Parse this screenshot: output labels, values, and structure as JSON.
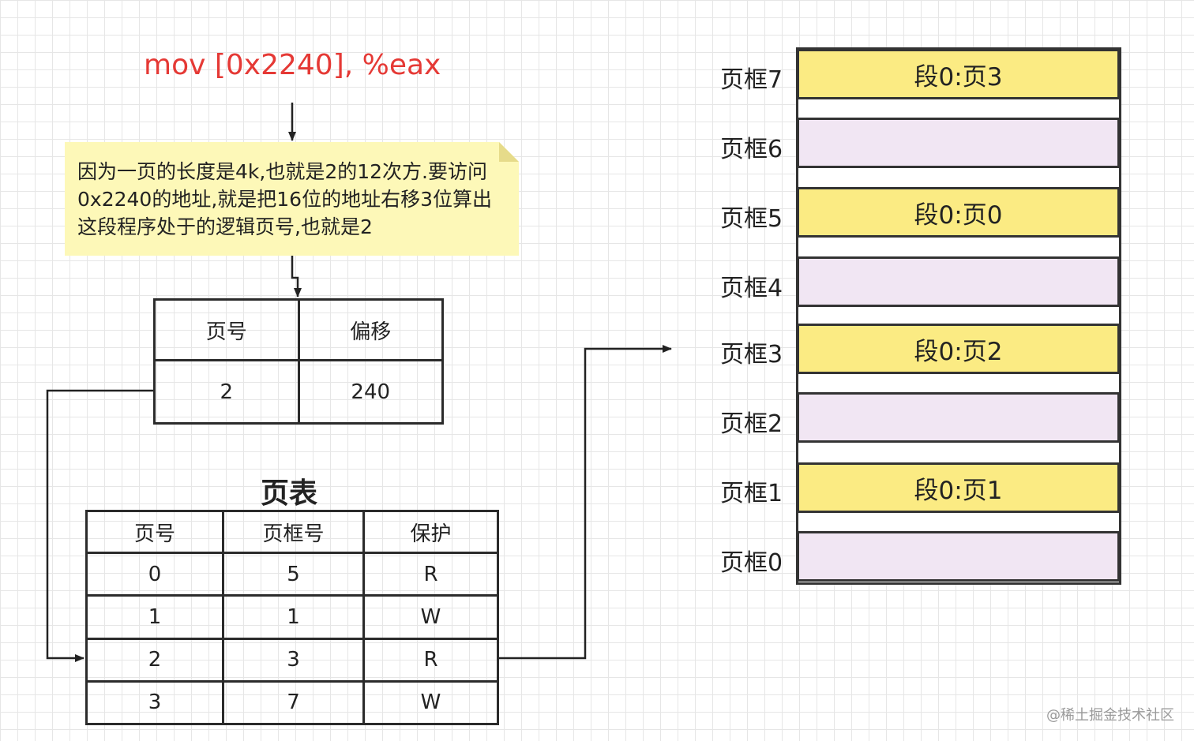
{
  "instruction": "mov [0x2240], %eax",
  "note": "因为一页的长度是4k,也就是2的12次方.要访问0x2240的地址,就是把16位的地址右移3位算出这段程序处于的逻辑页号,也就是2",
  "address_split": {
    "headers": [
      "页号",
      "偏移"
    ],
    "values": [
      "2",
      "240"
    ]
  },
  "page_table": {
    "title": "页表",
    "headers": [
      "页号",
      "页框号",
      "保护"
    ],
    "rows": [
      [
        "0",
        "5",
        "R"
      ],
      [
        "1",
        "1",
        "W"
      ],
      [
        "2",
        "3",
        "R"
      ],
      [
        "3",
        "7",
        "W"
      ]
    ]
  },
  "frames": [
    {
      "label": "页框7",
      "content": "段0:页3",
      "color": "#fbeb83"
    },
    {
      "label": "页框6",
      "content": "",
      "color": "#f1e6f3"
    },
    {
      "label": "页框5",
      "content": "段0:页0",
      "color": "#fbeb83"
    },
    {
      "label": "页框4",
      "content": "",
      "color": "#f1e6f3"
    },
    {
      "label": "页框3",
      "content": "段0:页2",
      "color": "#fbeb83"
    },
    {
      "label": "页框2",
      "content": "",
      "color": "#f1e6f3"
    },
    {
      "label": "页框1",
      "content": "段0:页1",
      "color": "#fbeb83"
    },
    {
      "label": "页框0",
      "content": "",
      "color": "#f1e6f3"
    }
  ],
  "watermark": "@稀土掘金技术社区",
  "colors": {
    "instruction": "#e53935",
    "note_background": "#fdf8b8",
    "frame_filled": "#fbeb83",
    "frame_empty": "#f1e6f3"
  }
}
